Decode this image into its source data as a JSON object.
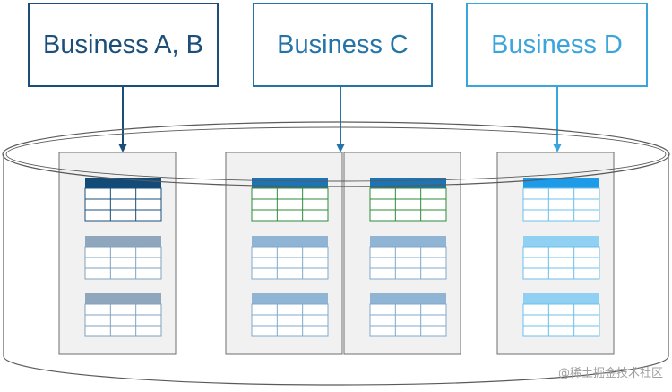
{
  "businesses": [
    {
      "label": "Business A, B",
      "color": "#1b4f7a",
      "targets": [
        0
      ]
    },
    {
      "label": "Business C",
      "color": "#2474a8",
      "targets": [
        1
      ]
    },
    {
      "label": "Business D",
      "color": "#3aa4dc",
      "targets": [
        3
      ]
    }
  ],
  "shards": [
    {
      "tables": [
        {
          "header": "#124a78",
          "grid": "#1b4f7a"
        },
        {
          "header": "#8fa6bd",
          "grid": "#7fa3c0"
        },
        {
          "header": "#8fa6bd",
          "grid": "#7fa3c0"
        }
      ]
    },
    {
      "tables": [
        {
          "header": "#1a74b5",
          "grid": "#2e8b3a"
        },
        {
          "header": "#8fb4d4",
          "grid": "#7fa9cc"
        },
        {
          "header": "#8fb4d4",
          "grid": "#7fa9cc"
        }
      ]
    },
    {
      "tables": [
        {
          "header": "#1a74b5",
          "grid": "#2e8b3a"
        },
        {
          "header": "#8fb4d4",
          "grid": "#7fa9cc"
        },
        {
          "header": "#8fb4d4",
          "grid": "#7fa9cc"
        }
      ]
    },
    {
      "tables": [
        {
          "header": "#1e9be8",
          "grid": "#6cc0ea"
        },
        {
          "header": "#90d0f2",
          "grid": "#6cc0ea"
        },
        {
          "header": "#90d0f2",
          "grid": "#6cc0ea"
        }
      ]
    }
  ],
  "colors": {
    "cylinder": "#5a5a5a",
    "shard_bg": "#f1f1f1",
    "shard_border": "#6e6e6e"
  },
  "watermark": "@稀土掘金技术社区"
}
